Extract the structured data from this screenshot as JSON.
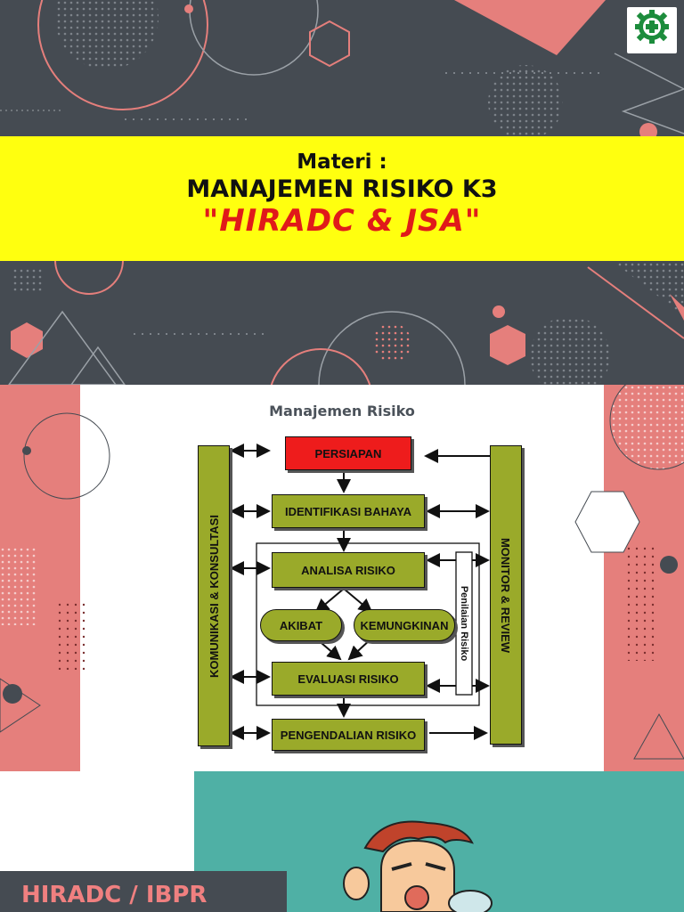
{
  "cover": {
    "subtitle": "Materi :",
    "title": "MANAJEMEN RISIKO K3",
    "highlight": "\"HIRADC & JSA\"",
    "logo_name": "k3-logo",
    "colors": {
      "background": "#454b52",
      "banner": "#ffff0f",
      "highlight": "#e01a1a",
      "accent": "#e57f7c"
    }
  },
  "diagram": {
    "title": "Manajemen Risiko",
    "steps": [
      "PERSIAPAN",
      "IDENTIFIKASI BAHAYA",
      "ANALISA RISIKO",
      "EVALUASI RISIKO",
      "PENGENDALIAN RISIKO"
    ],
    "branches": [
      "AKIBAT",
      "KEMUNGKINAN"
    ],
    "left_bar": "KOMUNIKASI & KONSULTASI",
    "right_bar": "MONITOR & REVIEW",
    "bracket_label": "Penilaian Risiko",
    "colors": {
      "box": "#9aaa2a",
      "start_box": "#ee1c1c",
      "side_panels": "#e57f7c"
    }
  },
  "next_slide": {
    "label": "HIRADC / IBPR",
    "colors": {
      "panel": "#4fb0a5",
      "label_bg": "#454b52",
      "label_text": "#f08080"
    }
  }
}
